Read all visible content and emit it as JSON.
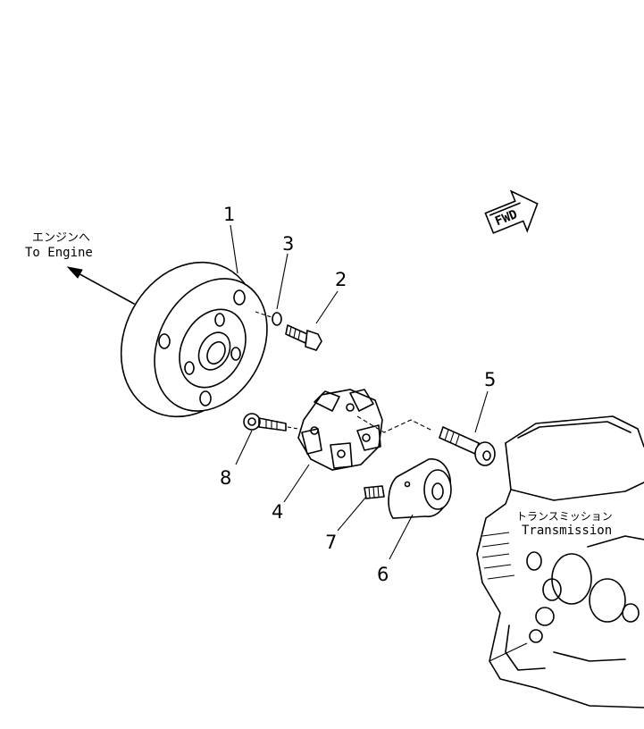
{
  "labels": {
    "engine_jp": "エンジンへ",
    "engine_en": "To Engine",
    "trans_jp": "トランスミッション",
    "trans_en": "Transmission",
    "fwd": "FWD"
  },
  "parts": [
    {
      "id": "1"
    },
    {
      "id": "2"
    },
    {
      "id": "3"
    },
    {
      "id": "4"
    },
    {
      "id": "5"
    },
    {
      "id": "6"
    },
    {
      "id": "7"
    },
    {
      "id": "8"
    }
  ]
}
